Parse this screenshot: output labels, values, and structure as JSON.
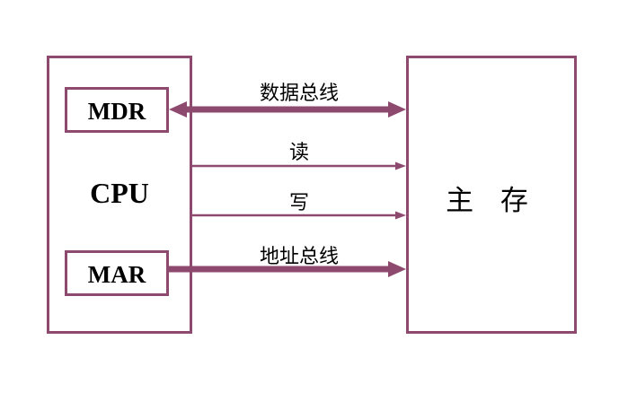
{
  "cpu": {
    "label": "CPU"
  },
  "registers": {
    "mdr": "MDR",
    "mar": "MAR"
  },
  "memory": {
    "label": "主 存"
  },
  "buses": {
    "data": "数据总线",
    "read": "读",
    "write": "写",
    "address": "地址总线"
  },
  "colors": {
    "stroke": "#8e4a6e",
    "text": "#000000"
  }
}
